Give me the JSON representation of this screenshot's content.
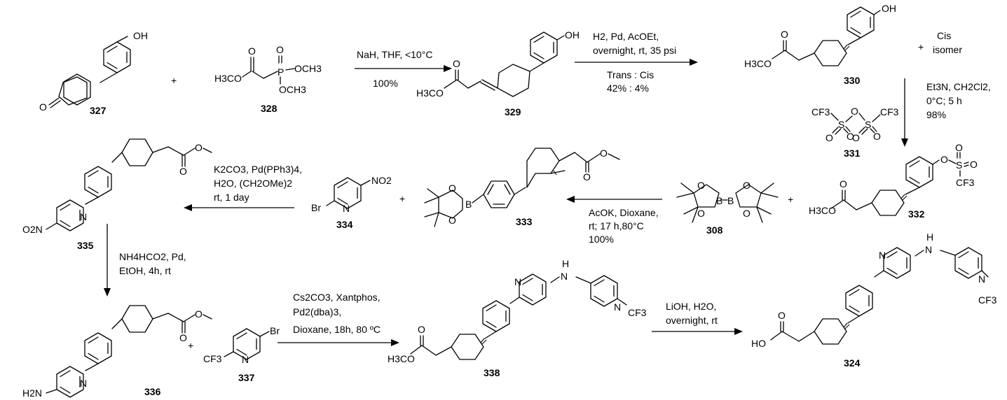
{
  "scheme": {
    "compounds": [
      {
        "id": "327",
        "label": "327",
        "atoms": [
          "OH",
          "O"
        ]
      },
      {
        "id": "328",
        "label": "328",
        "atoms": [
          "H3CO",
          "O",
          "O",
          "P",
          "OCH3",
          "OCH3"
        ]
      },
      {
        "id": "329",
        "label": "329",
        "atoms": [
          "O",
          "H3CO",
          "OH"
        ]
      },
      {
        "id": "330",
        "label": "330",
        "atoms": [
          "H3CO",
          "O",
          "OH"
        ]
      },
      {
        "id": "331",
        "label": "331",
        "atoms": [
          "CF3",
          "S",
          "O",
          "S",
          "CF3",
          "O",
          "O",
          "O",
          "O"
        ]
      },
      {
        "id": "332",
        "label": "332",
        "atoms": [
          "H3CO",
          "O",
          "O",
          "S",
          "O",
          "O",
          "CF3"
        ]
      },
      {
        "id": "308",
        "label": "308",
        "atoms": [
          "O",
          "O",
          "B",
          "B",
          "O",
          "O"
        ]
      },
      {
        "id": "333",
        "label": "333",
        "atoms": [
          "O",
          "O",
          "B",
          "O",
          "O"
        ]
      },
      {
        "id": "334",
        "label": "334",
        "atoms": [
          "NO2",
          "Br",
          "N"
        ]
      },
      {
        "id": "335",
        "label": "335",
        "atoms": [
          "O2N",
          "N",
          "O",
          "O"
        ]
      },
      {
        "id": "336",
        "label": "336",
        "atoms": [
          "H2N",
          "N",
          "O",
          "O"
        ]
      },
      {
        "id": "337",
        "label": "337",
        "atoms": [
          "Br",
          "CF3",
          "N"
        ]
      },
      {
        "id": "338",
        "label": "338",
        "atoms": [
          "H",
          "N",
          "N",
          "N",
          "CF3",
          "O",
          "H3CO"
        ]
      },
      {
        "id": "324",
        "label": "324",
        "atoms": [
          "H",
          "N",
          "N",
          "N",
          "CF3",
          "O",
          "HO"
        ]
      }
    ],
    "side_labels": {
      "cis_1": "Cis",
      "cis_2": "isomer"
    },
    "plus": "+",
    "conditions": {
      "step1": [
        "NaH, THF, <10°C",
        "100%"
      ],
      "step2": [
        "H2, Pd, AcOEt,",
        "overnight, rt, 35 psi",
        "Trans : Cis",
        "42% : 4%"
      ],
      "step3": [
        "Et3N, CH2Cl2,",
        "0°C; 5 h",
        "98%"
      ],
      "step4": [
        "AcOK, Dioxane,",
        "rt; 17 h,80°C",
        "100%"
      ],
      "step5": [
        "K2CO3, Pd(PPh3)4,",
        "H2O, (CH2OMe)2",
        "rt, 1 day"
      ],
      "step6": [
        "NH4HCO2, Pd,",
        "EtOH, 4h, rt"
      ],
      "step7": [
        "Cs2CO3, Xantphos,",
        "Pd2(dba)3,",
        "Dioxane, 18h, 80 ºC"
      ],
      "step8": [
        "LiOH, H2O,",
        "overnight, rt"
      ]
    }
  }
}
